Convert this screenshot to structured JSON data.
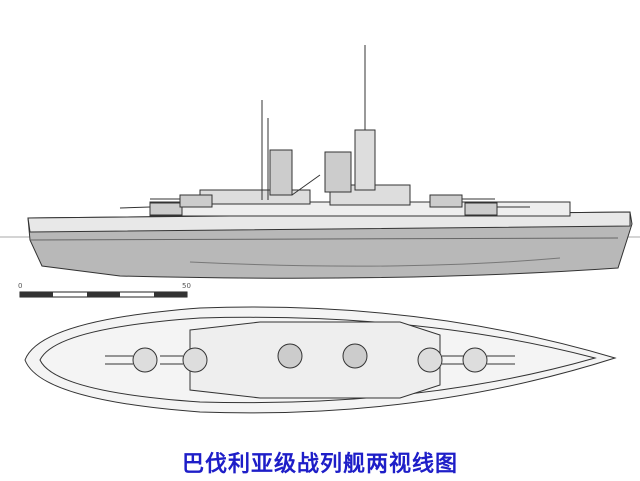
{
  "scale_bar": {
    "start_label": "0",
    "end_label": "50"
  },
  "caption": "巴伐利亚级战列舰两视线图",
  "colors": {
    "caption": "#1e1ec8",
    "hull": "#b4b4b4",
    "line": "#333333"
  }
}
